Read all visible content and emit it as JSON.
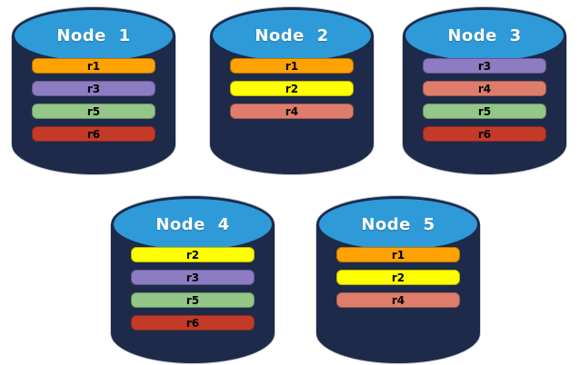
{
  "diagram": {
    "type": "database-replica-distribution",
    "nodes": [
      {
        "label": "Node 1",
        "replicas": [
          "r1",
          "r3",
          "r5",
          "r6"
        ]
      },
      {
        "label": "Node 2",
        "replicas": [
          "r1",
          "r2",
          "r4"
        ]
      },
      {
        "label": "Node 3",
        "replicas": [
          "r3",
          "r4",
          "r5",
          "r6"
        ]
      },
      {
        "label": "Node 4",
        "replicas": [
          "r2",
          "r3",
          "r5",
          "r6"
        ]
      },
      {
        "label": "Node 5",
        "replicas": [
          "r1",
          "r2",
          "r4"
        ]
      }
    ],
    "replica_colors": {
      "r1": "#FFA203",
      "r2": "#FFFF00",
      "r3": "#8D7CC2",
      "r4": "#DF7D6D",
      "r5": "#93C687",
      "r6": "#C33B28"
    },
    "colors": {
      "cylinder_body": "#1E2A4A",
      "cylinder_top": "#2E9AD8",
      "cylinder_outline": "#1B2B4C",
      "background": "#FFFFFF",
      "node_label_text": "#FFFFFF",
      "replica_label_text": "#000000"
    }
  }
}
